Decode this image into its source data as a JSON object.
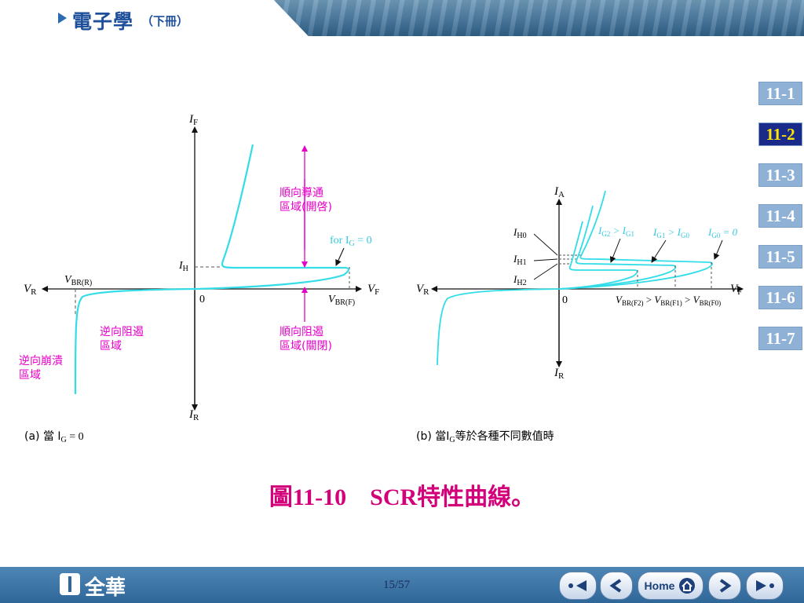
{
  "header": {
    "title": "電子學",
    "subtitle": "（下冊）"
  },
  "side_nav": {
    "items": [
      {
        "label": "11-1",
        "active": false
      },
      {
        "label": "11-2",
        "active": true
      },
      {
        "label": "11-3",
        "active": false
      },
      {
        "label": "11-4",
        "active": false
      },
      {
        "label": "11-5",
        "active": false
      },
      {
        "label": "11-6",
        "active": false
      },
      {
        "label": "11-7",
        "active": false
      }
    ]
  },
  "figure_a": {
    "axis_if": "I",
    "axis_if_sub": "F",
    "axis_ir": "I",
    "axis_ir_sub": "R",
    "axis_vr": "V",
    "axis_vr_sub": "R",
    "axis_vf": "V",
    "axis_vf_sub": "F",
    "origin": "0",
    "ih": "I",
    "ih_sub": "H",
    "vbr_r": "V",
    "vbr_r_sub": "BR(R)",
    "vbr_f": "V",
    "vbr_f_sub": "BR(F)",
    "label_fwd_on_1": "順向導通",
    "label_fwd_on_2": "區域(開啓)",
    "label_fwd_block_1": "順向阻遏",
    "label_fwd_block_2": "區域(關閉)",
    "label_rev_block_1": "逆向阻遏",
    "label_rev_block_2": "區域",
    "label_rev_break_1": "逆向崩潰",
    "label_rev_break_2": "區域",
    "label_for_ig": "for I",
    "label_for_ig_sub": "G",
    "label_for_ig_eq": " = 0",
    "caption_prefix": "(a) 當 I",
    "caption_sub": "G",
    "caption_suffix": " = 0"
  },
  "figure_b": {
    "axis_ia": "I",
    "axis_ia_sub": "A",
    "axis_ir": "I",
    "axis_ir_sub": "R",
    "axis_vr": "V",
    "axis_vr_sub": "R",
    "axis_vf": "V",
    "axis_vf_sub": "F",
    "origin": "0",
    "ih0": "I",
    "ih0_sub": "H0",
    "ih1": "I",
    "ih1_sub": "H1",
    "ih2": "I",
    "ih2_sub": "H2",
    "ig_rel1": "I",
    "ig_rel1_sub1": "G2",
    "ig_rel1_gt": " > I",
    "ig_rel1_sub2": "G1",
    "ig_rel2": "I",
    "ig_rel2_sub1": "G1",
    "ig_rel2_gt": " > I",
    "ig_rel2_sub2": "G0",
    "ig_rel3": "I",
    "ig_rel3_sub1": "G0",
    "ig_rel3_eq": " = 0",
    "vbr_f2": "V",
    "vbr_f2_sub": "BR(F2)",
    "gt1": " > ",
    "vbr_f1": "V",
    "vbr_f1_sub": "BR(F1)",
    "gt2": " > ",
    "vbr_f0": "V",
    "vbr_f0_sub": "BR(F0)",
    "caption_prefix": "(b) 當I",
    "caption_sub": "G",
    "caption_suffix": "等於各種不同數值時"
  },
  "caption": {
    "fig_no": "圖11-10",
    "text": "SCR特性曲線。"
  },
  "footer": {
    "logo": "全華",
    "page": "15/57",
    "home_label": "Home"
  },
  "colors": {
    "curve": "#33dde8",
    "magenta": "#e600c8",
    "axis": "#111111",
    "nav_active": "#1a2a8a",
    "nav": "#8fb1d6"
  },
  "icons": [
    "first-page-icon",
    "prev-page-icon",
    "home-icon",
    "next-page-icon",
    "last-page-icon"
  ]
}
